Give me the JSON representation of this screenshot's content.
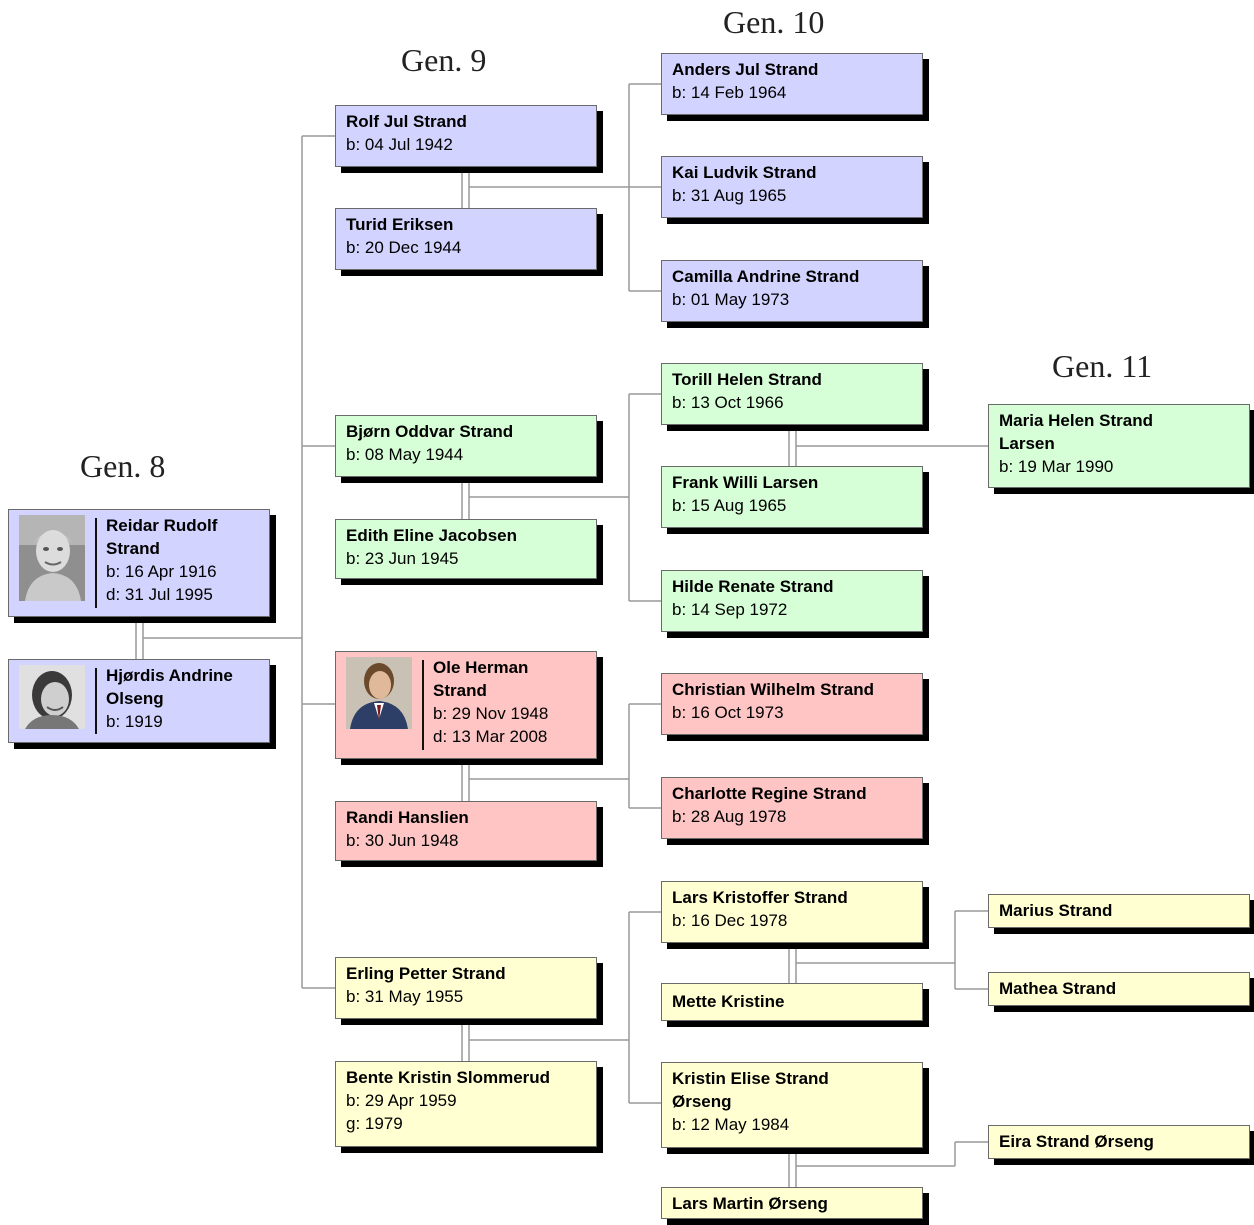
{
  "generations": {
    "g8": "Gen. 8",
    "g9": "Gen. 9",
    "g10": "Gen. 10",
    "g11": "Gen. 11"
  },
  "colors": {
    "blue": "#d3d3ff",
    "green": "#d7ffd7",
    "pink": "#ffc5c5",
    "yellow": "#ffffd2",
    "connector": "#999999"
  },
  "people": {
    "reidar": {
      "name1": "Reidar Rudolf",
      "name2": "Strand",
      "b": "b: 16 Apr 1916",
      "d": "d: 31 Jul 1995",
      "photo": "portrait-photo"
    },
    "hjordis": {
      "name1": "Hjørdis Andrine",
      "name2": "Olseng",
      "b": "b: 1919",
      "photo": "portrait-photo"
    },
    "rolf": {
      "name": "Rolf Jul Strand",
      "b": "b: 04 Jul 1942"
    },
    "turid": {
      "name": "Turid Eriksen",
      "b": "b: 20 Dec 1944"
    },
    "bjorn": {
      "name": "Bjørn Oddvar Strand",
      "b": "b: 08 May 1944"
    },
    "edith": {
      "name": "Edith Eline Jacobsen",
      "b": "b: 23 Jun 1945"
    },
    "ole": {
      "name1": "Ole Herman",
      "name2": "Strand",
      "b": "b: 29 Nov 1948",
      "d": "d: 13 Mar 2008",
      "photo": "portrait-photo"
    },
    "randi": {
      "name": "Randi Hanslien",
      "b": "b: 30 Jun 1948"
    },
    "erling": {
      "name": "Erling Petter Strand",
      "b": "b: 31 May 1955"
    },
    "bente": {
      "name": "Bente  Kristin Slommerud",
      "b": "b: 29 Apr 1959",
      "g": "g: 1979"
    },
    "anders": {
      "name": "Anders Jul Strand",
      "b": "b: 14 Feb 1964"
    },
    "kai": {
      "name": "Kai Ludvik Strand",
      "b": "b: 31 Aug 1965"
    },
    "camilla": {
      "name": "Camilla Andrine Strand",
      "b": "b: 01 May 1973"
    },
    "torill": {
      "name": "Torill Helen Strand",
      "b": "b: 13 Oct 1966"
    },
    "frank": {
      "name": "Frank Willi Larsen",
      "b": "b: 15 Aug 1965"
    },
    "hilde": {
      "name": "Hilde Renate Strand",
      "b": "b: 14 Sep 1972"
    },
    "christian": {
      "name": "Christian Wilhelm Strand",
      "b": "b: 16 Oct 1973"
    },
    "charlotte": {
      "name": "Charlotte Regine Strand",
      "b": "b: 28 Aug 1978"
    },
    "lars_k": {
      "name": "Lars Kristoffer Strand",
      "b": "b: 16 Dec 1978"
    },
    "mette": {
      "name": "Mette Kristine"
    },
    "kristin": {
      "name1": "Kristin Elise Strand",
      "name2": "Ørseng",
      "b": "b: 12 May 1984"
    },
    "lars_m": {
      "name": "Lars Martin Ørseng"
    },
    "maria": {
      "name1": "Maria Helen Strand",
      "name2": "Larsen",
      "b": "b: 19 Mar 1990"
    },
    "marius": {
      "name": "Marius Strand"
    },
    "mathea": {
      "name": "Mathea Strand"
    },
    "eira": {
      "name": "Eira Strand Ørseng"
    }
  }
}
